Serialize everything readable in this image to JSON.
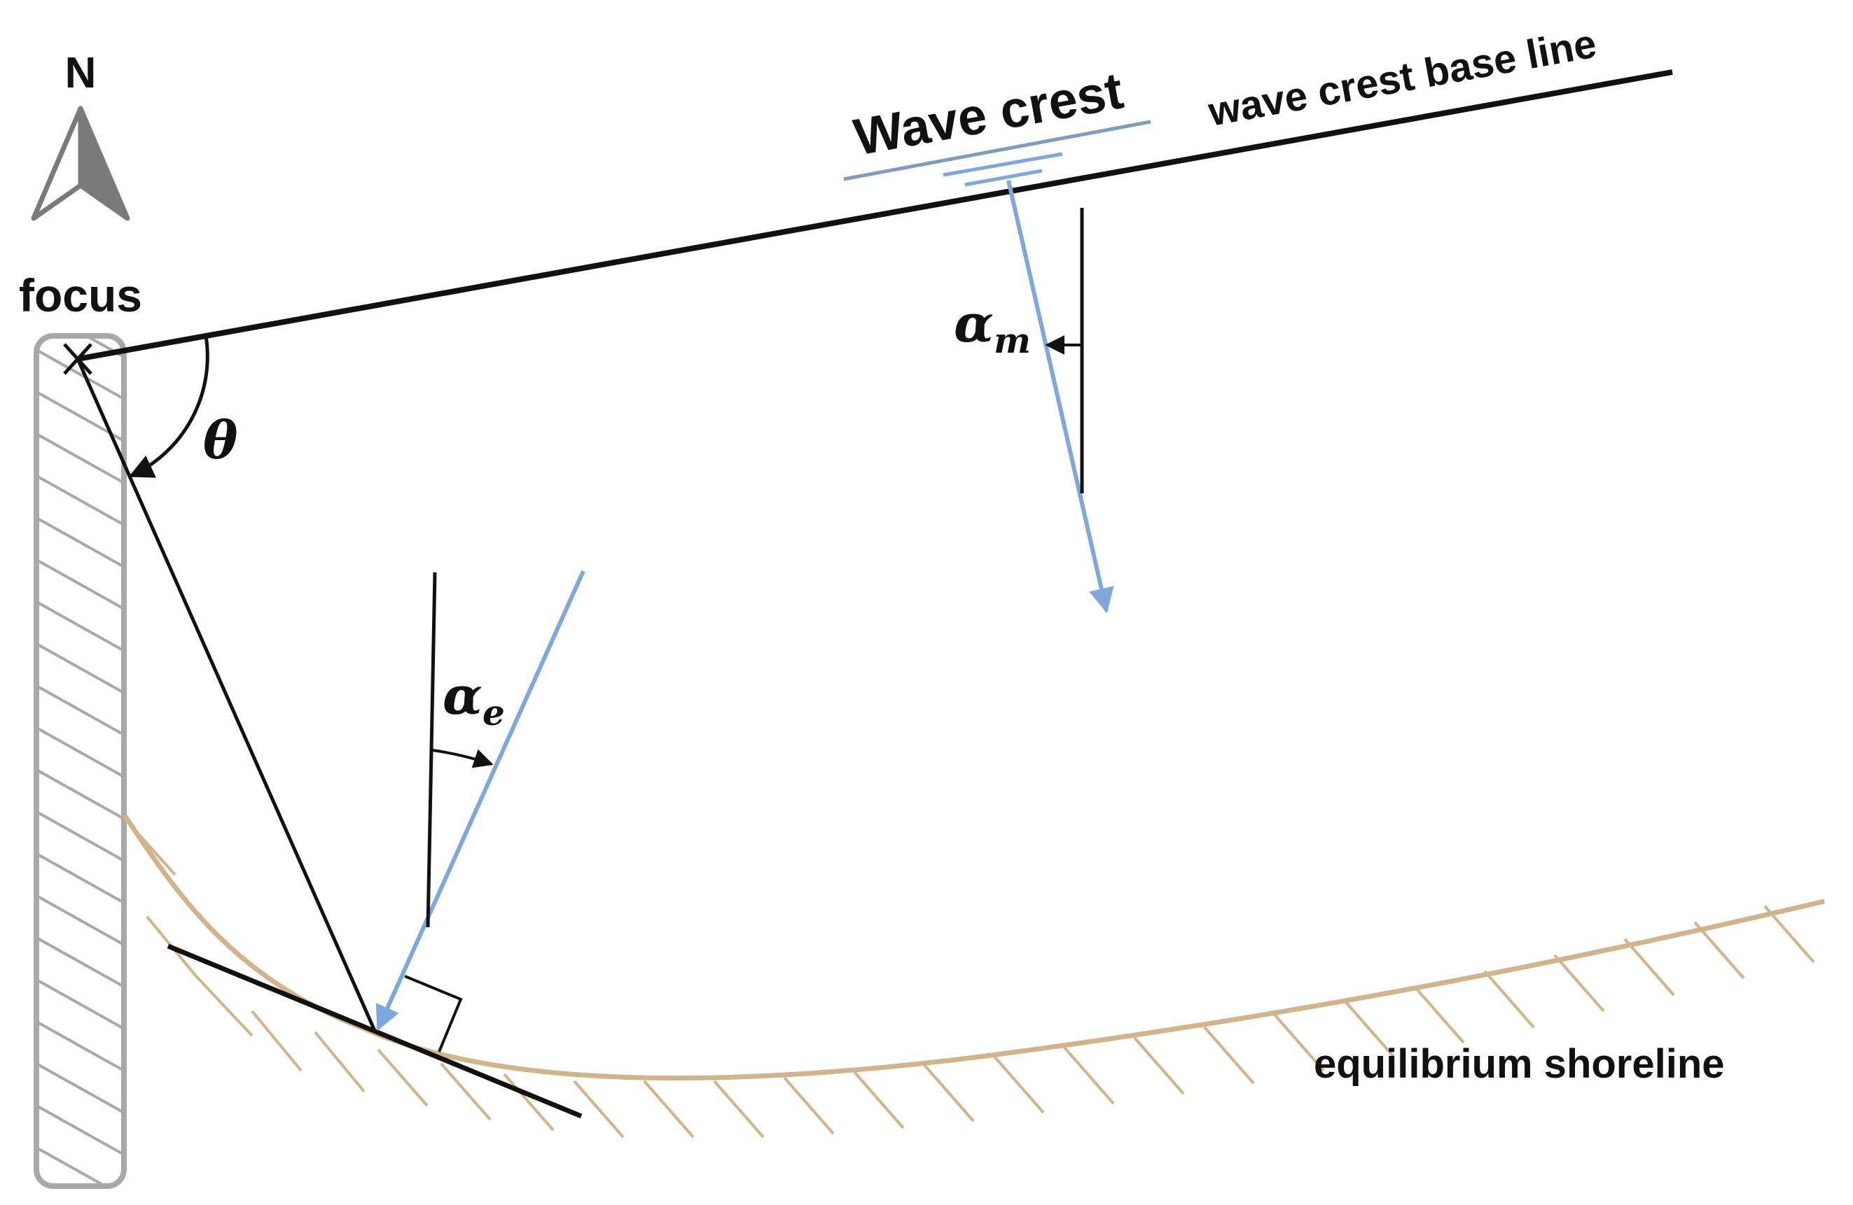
{
  "labels": {
    "north": "N",
    "focus": "focus",
    "wave_crest": "Wave crest",
    "base_line": "wave crest base line",
    "shoreline": "equilibrium shoreline",
    "theta": "θ",
    "alpha_m": {
      "base": "α",
      "sub": "m"
    },
    "alpha_e": {
      "base": "α",
      "sub": "e"
    }
  },
  "colors": {
    "line": "#111111",
    "wave_ray": "#7ea7dc",
    "wave_crest_dark": "#7d9cbf",
    "shoreline": "#d2b48a",
    "focus_bar": "#a8a8a8",
    "north_arrow": "#7a7a7a"
  }
}
